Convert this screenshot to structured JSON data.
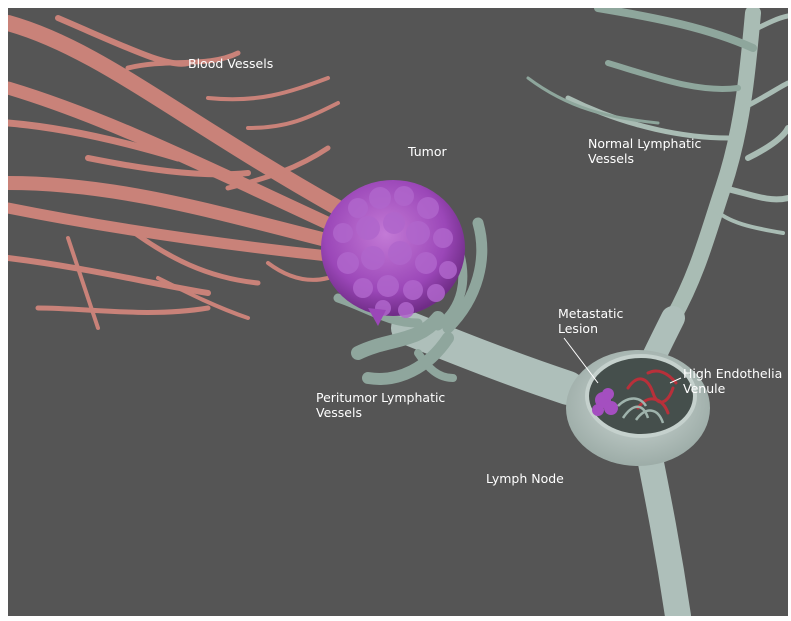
{
  "labels": {
    "blood_vessels": "Blood Vessels",
    "tumor": "Tumor",
    "normal_lymphatic": [
      "Normal Lymphatic",
      "Vessels"
    ],
    "metastatic": [
      "Metastatic",
      "Lesion"
    ],
    "hev": [
      "High Endothelia",
      "Venule"
    ],
    "peritumor": [
      "Peritumor Lymphatic",
      "Vessels"
    ],
    "lymph_node": "Lymph Node"
  },
  "colors": {
    "background": "#555555",
    "blood_vessel": "#c98279",
    "tumor": "#9b47b8",
    "lymphatic": "#a9bcb4",
    "lymph_node": "#b7c4c1",
    "hev": "#b8303a"
  }
}
